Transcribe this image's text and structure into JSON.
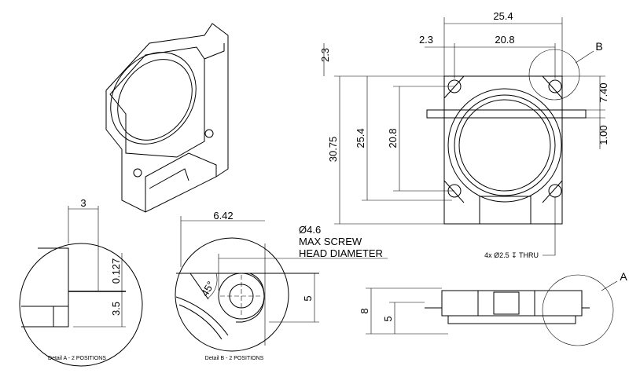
{
  "top_view": {
    "dims": {
      "overall_width": "25.4",
      "hole_spacing_x": "20.8",
      "hole_offset_x": "2.3",
      "hole_offset_y": "2.3",
      "overall_height": "30.75",
      "body_height": "25.4",
      "hole_spacing_y": "20.8",
      "tab_offset": "7.40",
      "tab_thickness": "1.00"
    },
    "hole_note": "4x Ø2.5 ↧ THRU",
    "detail_b_label": "B"
  },
  "side_view": {
    "dims": {
      "height": "8",
      "base_height": "5"
    },
    "detail_a_label": "A"
  },
  "detail_a": {
    "dims": {
      "width": "3",
      "thickness": "0.127",
      "height": "3.5"
    },
    "caption": "Detail A - 2 POSITIONS"
  },
  "detail_b": {
    "dims": {
      "width": "6.42",
      "angle": "45°",
      "height": "5"
    },
    "screw_note": [
      "Ø4.6",
      "MAX SCREW",
      "HEAD DIAMETER"
    ],
    "caption": "Detail B - 2 POSITIONS"
  }
}
